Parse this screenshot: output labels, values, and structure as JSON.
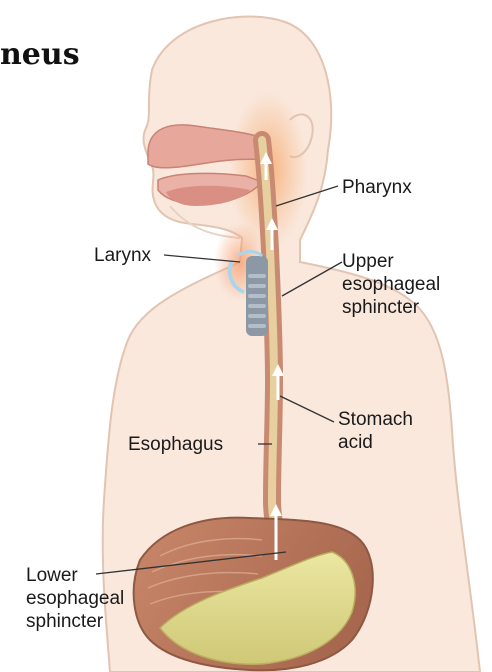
{
  "heading": "neus",
  "labels": {
    "pharynx": "Pharynx",
    "larynx": "Larynx",
    "upper_sphincter": [
      "Upper",
      "esophageal",
      "sphincter"
    ],
    "stomach_acid": [
      "Stomach",
      "acid"
    ],
    "esophagus": "Esophagus",
    "lower_sphincter": [
      "Lower",
      "esophageal",
      "sphincter"
    ]
  },
  "colors": {
    "skin": "#fae8dd",
    "skin_outline": "#e2c4b2",
    "esophagus": "#c98a72",
    "esophagus_inner": "#e8cfa0",
    "stomach_wall": "#b9795f",
    "stomach_contents": "#ddd98c",
    "pharynx_glow": "#f6b27c",
    "larynx_cartilage": "#9aa6b4",
    "larynx_highlight": "#a9d6ec",
    "label_text": "#1a1a1a"
  }
}
